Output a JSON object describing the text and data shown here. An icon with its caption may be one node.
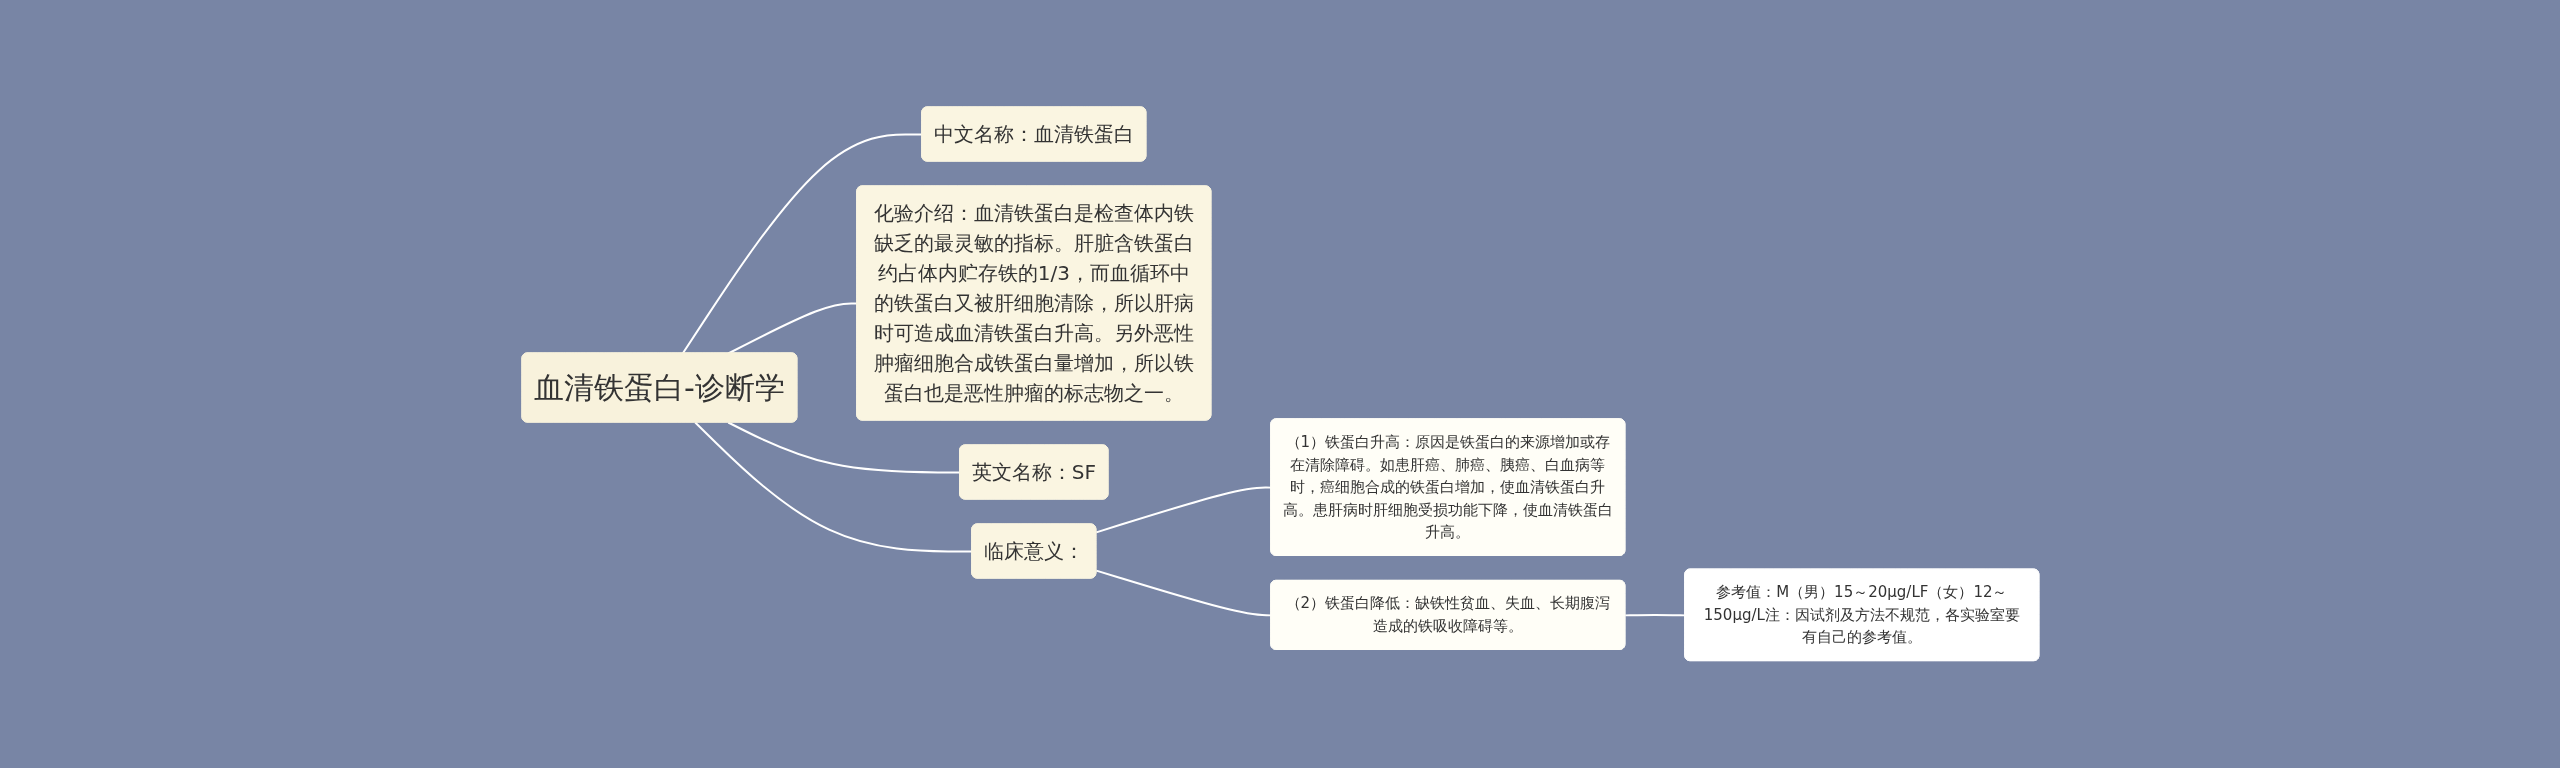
{
  "diagram": {
    "nodes": [
      {
        "text": [
          "血清铁蛋白-诊断学"
        ]
      },
      {
        "text": [
          "中文名称：血清铁蛋白"
        ]
      },
      {
        "text": [
          "化验介绍：血清铁蛋白是检查体内铁缺乏的最灵敏的指标。肝脏含铁蛋白约占体内贮存铁的1/3，而血循环中的铁蛋白又被肝细胞清除，所以肝病时可造成血清铁蛋白升高。另外恶性肿瘤细胞合成铁蛋白量增加，所以铁蛋白也是恶性肿瘤的标志物之一。"
        ]
      },
      {
        "text": [
          "英文名称：SF"
        ]
      },
      {
        "text": [
          "临床意义："
        ]
      },
      {
        "text": [
          "（1）铁蛋白升高：原因是铁蛋白的来源增加或存在清除障碍。如患肝癌、肺癌、胰癌、白血病等时，癌细胞合成的铁蛋白增加，使血清铁蛋白升高。患肝病时肝细胞受损功能下降，使血清铁蛋白升高。"
        ]
      },
      {
        "text": [
          "（2）铁蛋白降低：缺铁性贫血、失血、长期腹泻造成的铁吸收障碍等。"
        ]
      },
      {
        "text": [
          "参考值：M（男）15～20μg/LF（女）12～150μg/L注：因试剂及方法不规范，各实验室要有自己的参考值。"
        ]
      }
    ],
    "edges": [
      {
        "from": 0,
        "to": 1,
        "arrow": "none"
      },
      {
        "from": 0,
        "to": 2,
        "arrow": "none"
      },
      {
        "from": 0,
        "to": 3,
        "arrow": "none"
      },
      {
        "from": 0,
        "to": 4,
        "arrow": "none"
      },
      {
        "from": 4,
        "to": 5,
        "arrow": "none"
      },
      {
        "from": 4,
        "to": 6,
        "arrow": "none"
      },
      {
        "from": 6,
        "to": 7,
        "arrow": "none"
      }
    ]
  }
}
